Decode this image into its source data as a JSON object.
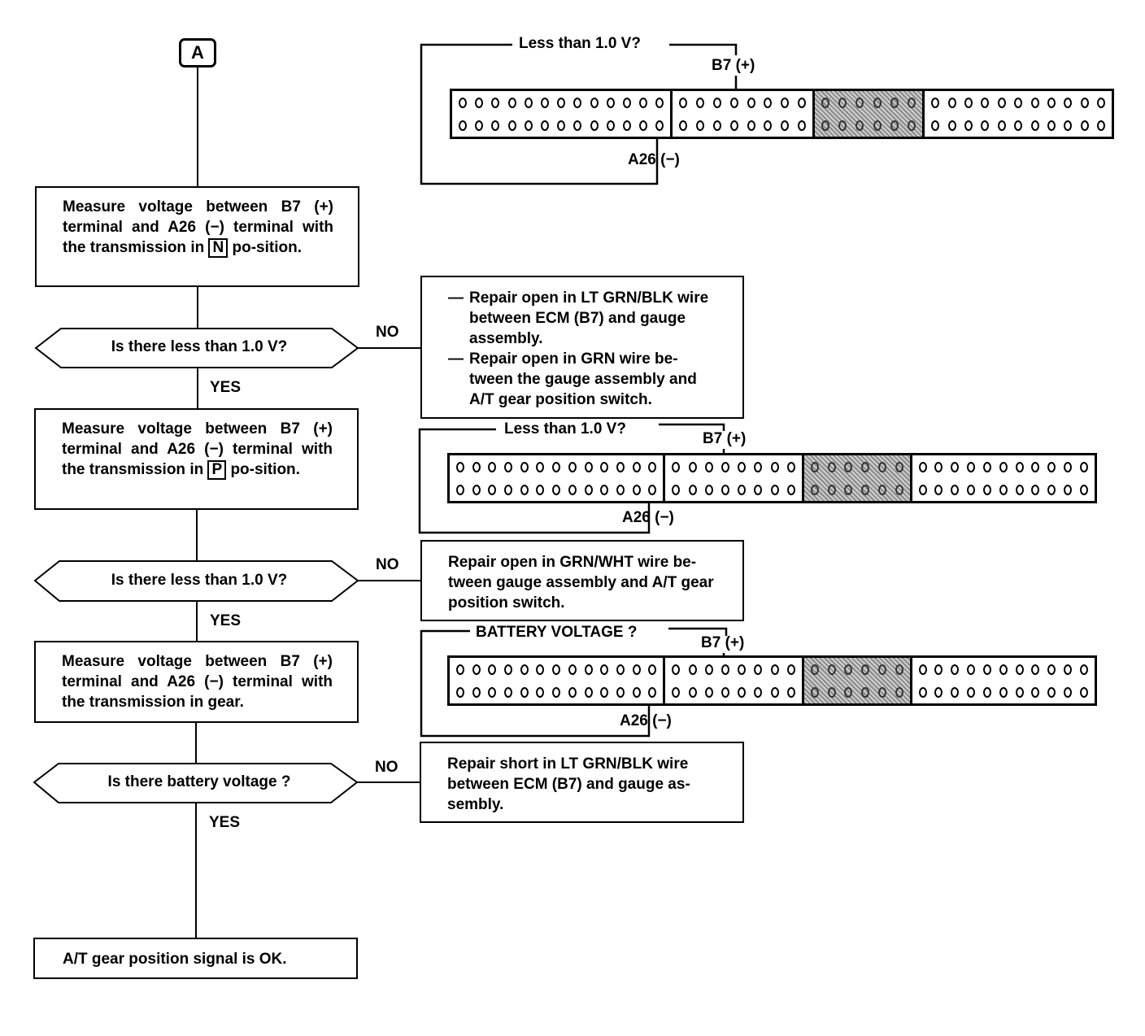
{
  "start_marker": "A",
  "steps": [
    {
      "text_before": "Measure voltage between B7 (+) terminal and A26 (−) terminal with the transmission in ",
      "key": "N",
      "text_after": " po-sition.",
      "question": "Is there less than 1.0 V?",
      "yes_label": "YES",
      "no_label": "NO",
      "no_action": [
        "Repair open in LT GRN/BLK wire between ECM (B7) and gauge assembly.",
        "Repair open in GRN wire be-tween the gauge assembly and A/T gear position switch."
      ],
      "connector": {
        "prompt": "Less than 1.0 V?",
        "plus_label": "B7 (+)",
        "minus_label": "A26 (−)"
      }
    },
    {
      "text_before": "Measure voltage between B7 (+) terminal and A26 (−) terminal with the transmission in ",
      "key": "P",
      "text_after": " po-sition.",
      "question": "Is there less than 1.0 V?",
      "yes_label": "YES",
      "no_label": "NO",
      "no_action": [
        "Repair open in GRN/WHT wire be-tween gauge assembly and A/T gear position switch."
      ],
      "connector": {
        "prompt": "Less than 1.0 V?",
        "plus_label": "B7 (+)",
        "minus_label": "A26 (−)"
      }
    },
    {
      "text_before": "Measure voltage between B7 (+) terminal and A26 (−) terminal with the transmission in gear.",
      "key": "",
      "text_after": "",
      "question": "Is there battery voltage ?",
      "yes_label": "YES",
      "no_label": "NO",
      "no_action": [
        "Repair short in LT GRN/BLK wire between ECM (B7) and gauge as-sembly."
      ],
      "connector": {
        "prompt": "BATTERY VOLTAGE ?",
        "plus_label": "B7 (+)",
        "minus_label": "A26 (−)"
      }
    }
  ],
  "conclusion": "A/T gear position signal is OK.",
  "connector_layout": {
    "sections_pins_per_row": [
      13,
      8,
      6,
      11
    ],
    "shaded_section": 2,
    "rows": 2
  }
}
